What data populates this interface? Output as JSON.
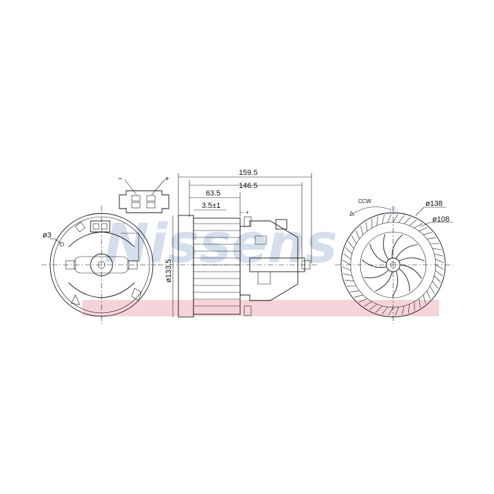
{
  "watermark": {
    "text": "Nissens",
    "registered": "®",
    "band_color": "#f3c9cf",
    "text_color": "#c7d3e6"
  },
  "connector": {
    "minus_label": "−",
    "plus_label": "+"
  },
  "left_view": {
    "hole_diameter_label": "ø3"
  },
  "side_view": {
    "overall_length_label": "159.5",
    "length_label": "146.5",
    "wheel_width_label": "63.5",
    "offset_label": "3.5±1",
    "diameter_label": "ø133.5",
    "terminal_minus": "−",
    "terminal_plus": "+"
  },
  "right_view": {
    "rotation_label": "CCW",
    "outer_diameter_label": "ø138",
    "inner_diameter_label": "ø108"
  }
}
